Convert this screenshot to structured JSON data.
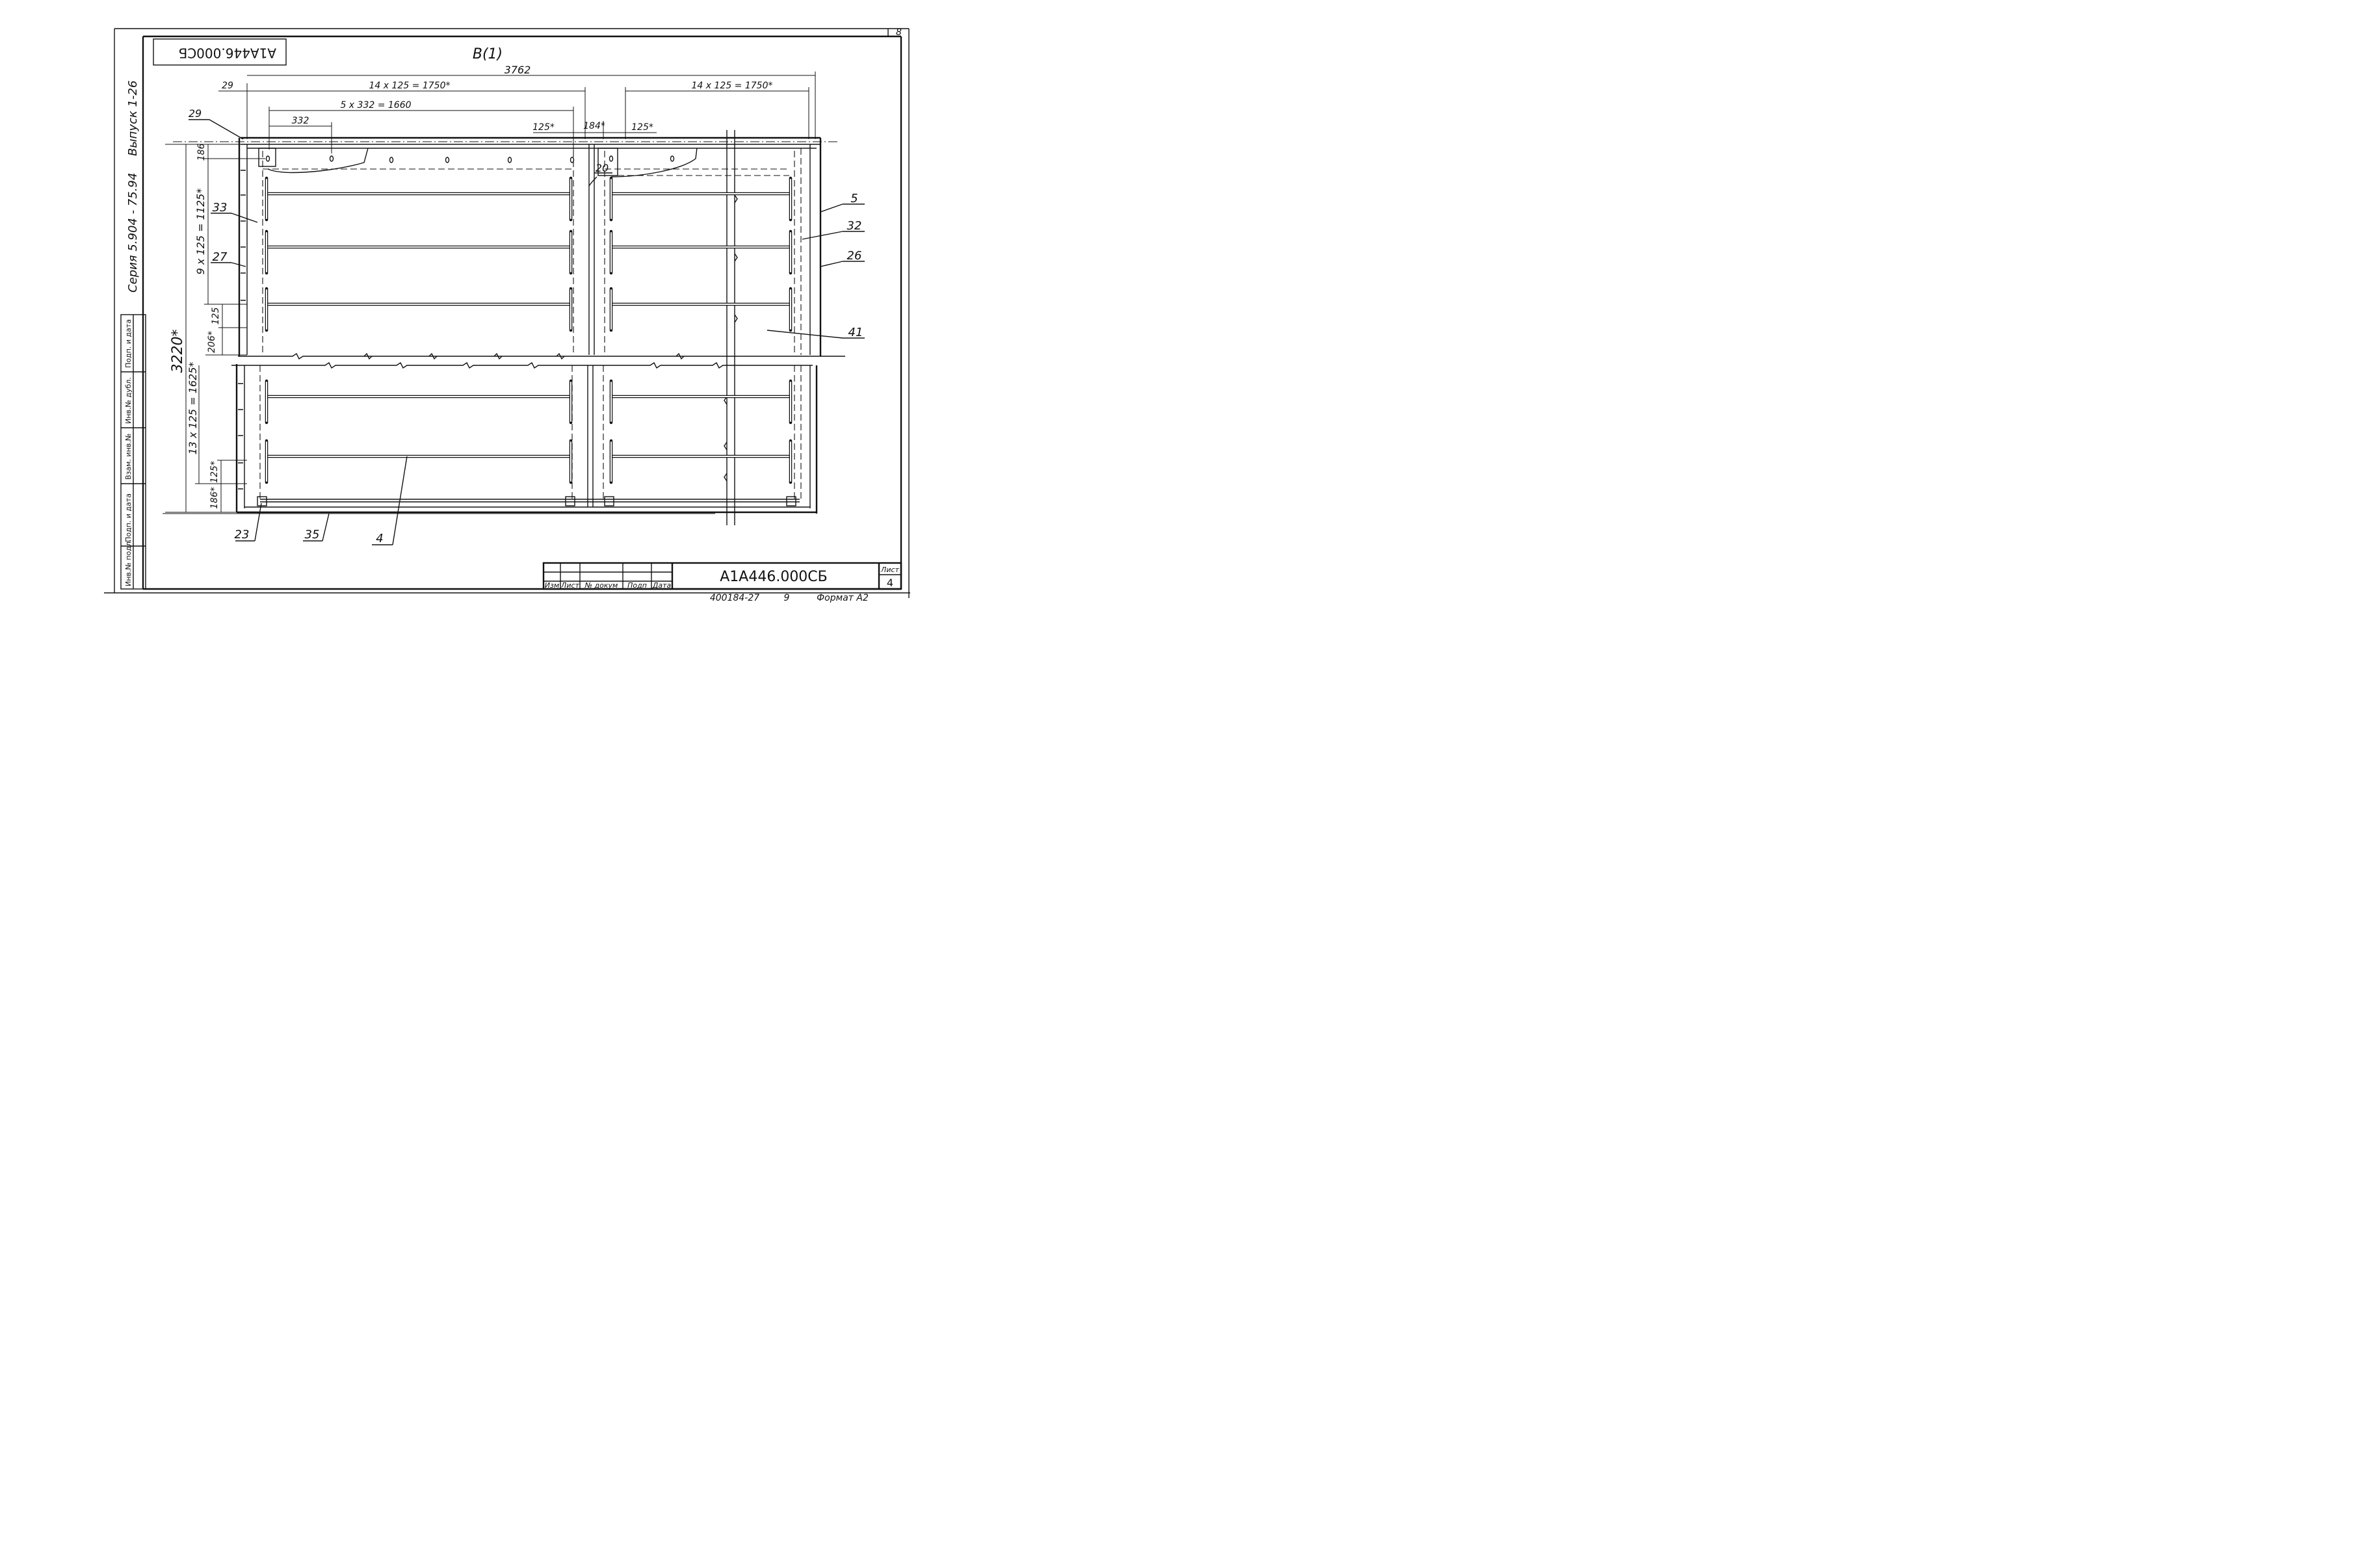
{
  "drawing": {
    "view_label": "В(1)",
    "stamp_mirrored": "А1А446.000СБ",
    "side_series": "Серия 5.904 - 75.94",
    "side_issue": "Выпуск 1-26",
    "sheet_corner": "8"
  },
  "dimensions": {
    "overall_width": "3762",
    "d29": "29",
    "left_span": "14 х 125 = 1750*",
    "right_span": "14 х 125 = 1750*",
    "bolt_span": "5 х 332 = 1660",
    "bolt_pitch": "332",
    "gap_left": "125*",
    "gap_mid": "184*",
    "gap_right": "125*",
    "overall_height": "3220*",
    "top_offset": "186",
    "upper_span": "9 х 125 = 1125*",
    "pitch_upper": "125",
    "break_offset": "206*",
    "lower_span": "13 х 125 = 1625*",
    "pitch_lower": "125*",
    "bottom_offset": "186*"
  },
  "callouts": {
    "c29": "29",
    "c20": "20",
    "c33": "33",
    "c27": "27",
    "c5": "5",
    "c32": "32",
    "c26": "26",
    "c41": "41",
    "c23": "23",
    "c35": "35",
    "c4": "4"
  },
  "side_stamp": {
    "cells": [
      "Подп. и дата",
      "Инв.№ дубл.",
      "Взам. инв.№",
      "Подп. и дата",
      "Инв.№ подл."
    ]
  },
  "title_block": {
    "col_headers": [
      "Изм",
      "Лист",
      "№ докум",
      "Подп",
      "Дата"
    ],
    "doc_number": "А1А446.000СБ",
    "sheet_label": "Лист",
    "sheet_number": "4",
    "footer_code": "400184-27",
    "footer_num": "9",
    "footer_format": "Формат А2"
  }
}
